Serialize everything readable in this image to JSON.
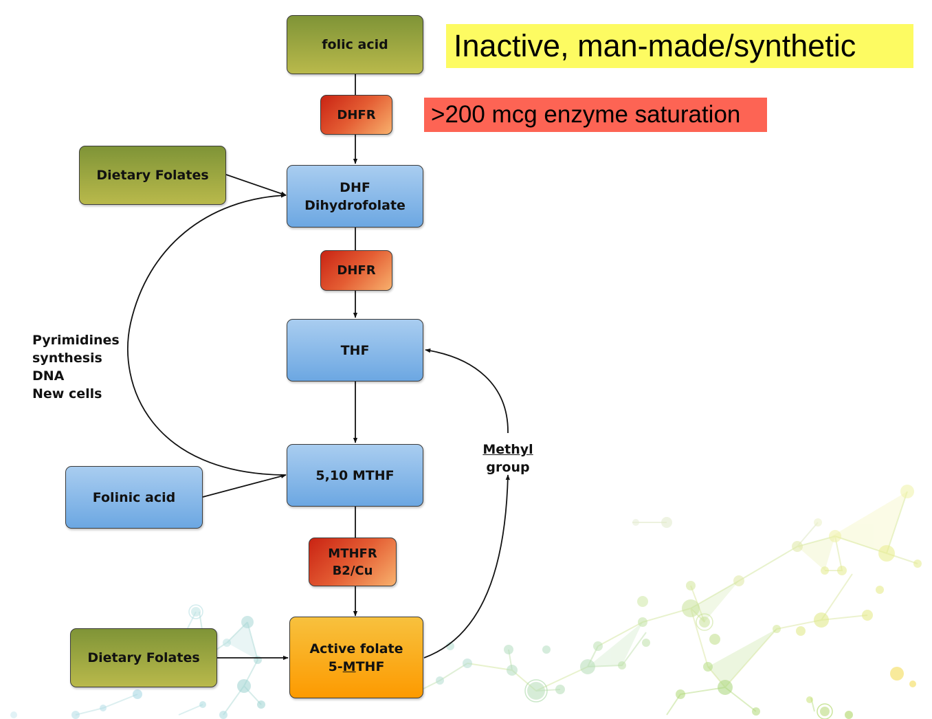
{
  "callouts": {
    "inactive_label": "Inactive, man-made/synthetic",
    "saturation_label": ">200 mcg enzyme saturation"
  },
  "nodes": {
    "folic_acid": "folic acid",
    "dhfr_1": "DHFR",
    "dietary_folates_top": "Dietary Folates",
    "dhf_line1": "DHF",
    "dhf_line2": "Dihydrofolate",
    "dhfr_2": "DHFR",
    "thf": "THF",
    "mthf_510": "5,10 MTHF",
    "folinic_acid": "Folinic acid",
    "mthfr_line1": "MTHFR",
    "mthfr_line2": "B2/Cu",
    "dietary_folates_bottom": "Dietary Folates",
    "active_line1": "Active folate",
    "active_line2_prefix": "5-",
    "active_line2_underlined": "M",
    "active_line2_suffix": "THF"
  },
  "side_label": {
    "lines": [
      "Pyrimidines",
      "synthesis",
      "DNA",
      "New cells"
    ]
  },
  "methyl_label": {
    "line1": "Methyl",
    "line2": "group"
  },
  "colors": {
    "green_box": "#9aa840",
    "blue_box": "#8cbbe9",
    "enzyme_box": "#e45d33",
    "active_box": "#fbad20",
    "yellow_highlight": "#fdfb62",
    "red_highlight": "#fd6454"
  }
}
